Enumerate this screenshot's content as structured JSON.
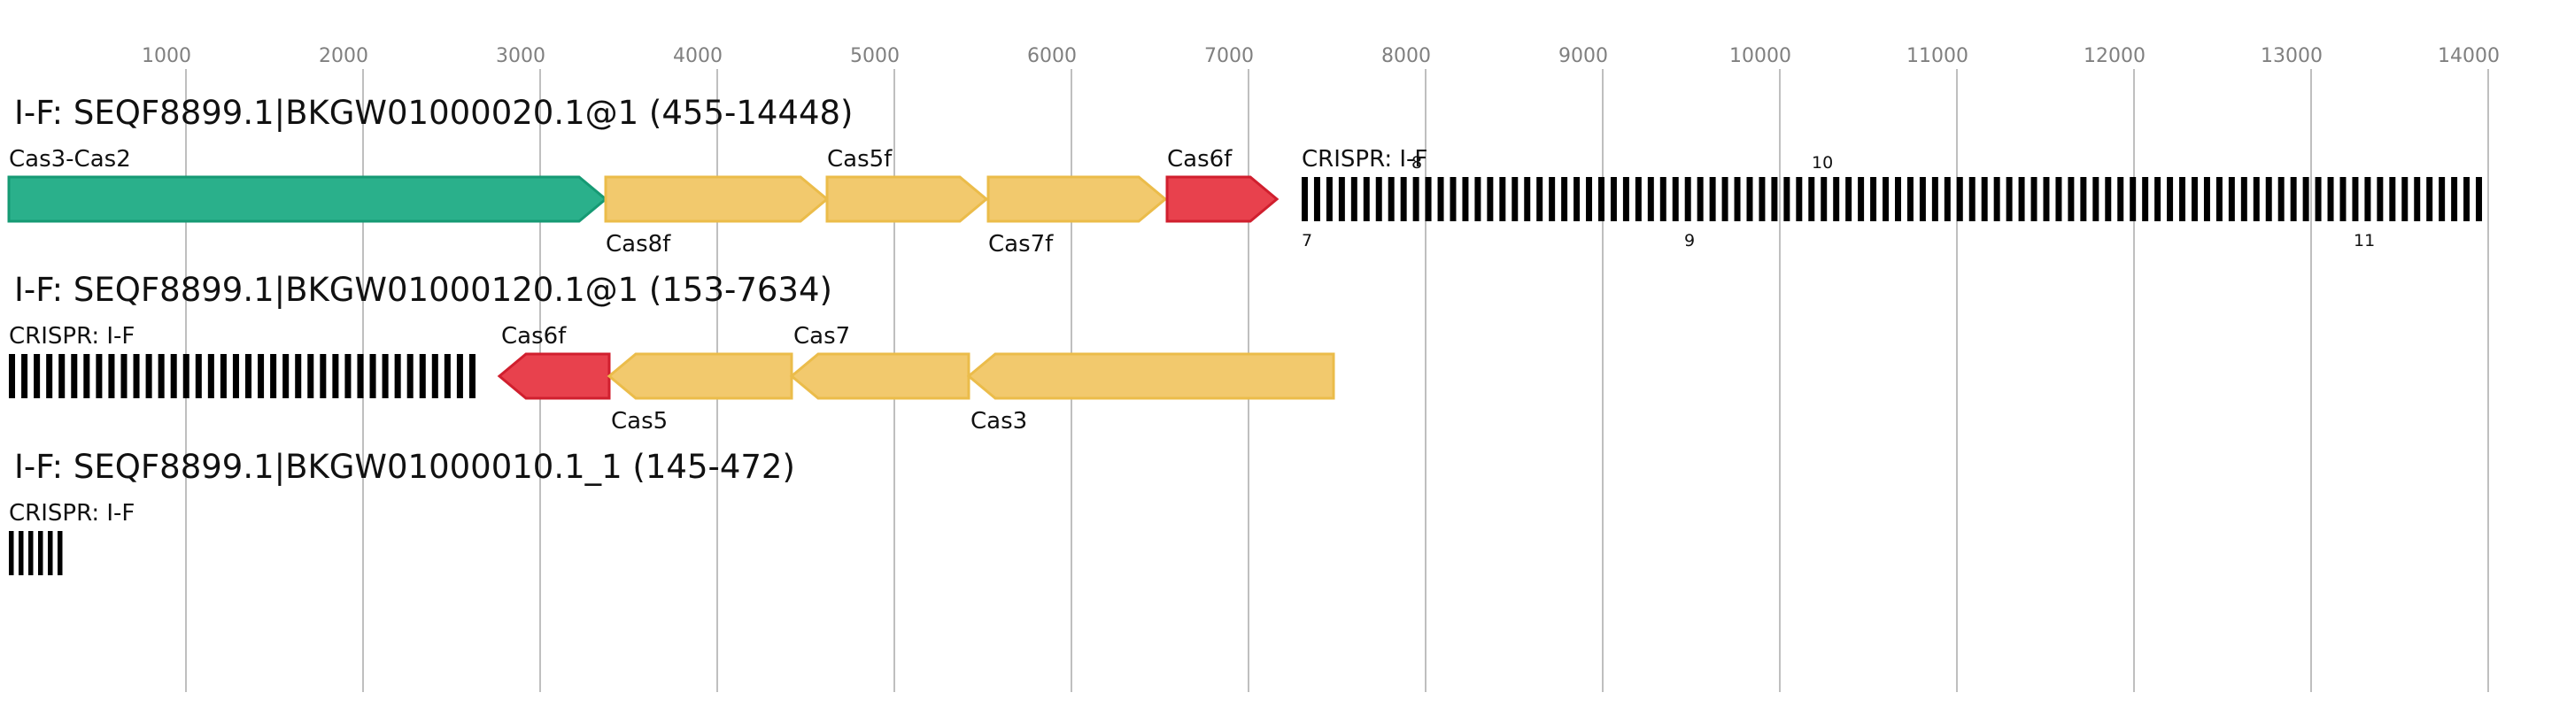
{
  "colors": {
    "teal": "#2ab08b",
    "teal_stroke": "#169a74",
    "yellow": "#f2c96d",
    "yellow_stroke": "#ebbc4a",
    "red": "#e8414d",
    "red_stroke": "#d01f2e"
  },
  "axis": {
    "ticks": [
      {
        "value": 1000,
        "label": "1000"
      },
      {
        "value": 2000,
        "label": "2000"
      },
      {
        "value": 3000,
        "label": "3000"
      },
      {
        "value": 4000,
        "label": "4000"
      },
      {
        "value": 5000,
        "label": "5000"
      },
      {
        "value": 6000,
        "label": "6000"
      },
      {
        "value": 7000,
        "label": "7000"
      },
      {
        "value": 8000,
        "label": "8000"
      },
      {
        "value": 9000,
        "label": "9000"
      },
      {
        "value": 10000,
        "label": "10000"
      },
      {
        "value": 11000,
        "label": "11000"
      },
      {
        "value": 12000,
        "label": "12000"
      },
      {
        "value": 13000,
        "label": "13000"
      },
      {
        "value": 14000,
        "label": "14000"
      }
    ]
  },
  "contigs": [
    {
      "title": "I-F: SEQF8899.1|BKGW01000020.1@1 (455-14448)",
      "genes": [
        {
          "name": "Cas3-Cas2",
          "start": 0,
          "end": 3370,
          "strand": 1,
          "color": "teal",
          "label_pos": "above"
        },
        {
          "name": "Cas8f",
          "start": 3370,
          "end": 4620,
          "strand": 1,
          "color": "yellow",
          "label_pos": "below"
        },
        {
          "name": "Cas5f",
          "start": 4620,
          "end": 5520,
          "strand": 1,
          "color": "yellow",
          "label_pos": "above"
        },
        {
          "name": "Cas7f",
          "start": 5530,
          "end": 6530,
          "strand": 1,
          "color": "yellow",
          "label_pos": "below"
        },
        {
          "name": "Cas6f",
          "start": 6540,
          "end": 7160,
          "strand": 1,
          "color": "red",
          "label_pos": "above"
        }
      ],
      "crisprs": [
        {
          "label": "CRISPR: I-F",
          "start": 7300,
          "end": 14000,
          "spacers": 96
        }
      ],
      "repeat_labels": [
        {
          "text": "7",
          "pos": 7300,
          "row": "below"
        },
        {
          "text": "8",
          "pos": 7920,
          "row": "above"
        },
        {
          "text": "9",
          "pos": 9460,
          "row": "below"
        },
        {
          "text": "10",
          "pos": 10180,
          "row": "above"
        },
        {
          "text": "11",
          "pos": 13240,
          "row": "below"
        }
      ]
    },
    {
      "title": "I-F: SEQF8899.1|BKGW01000120.1@1 (153-7634)",
      "genes": [
        {
          "name": "Cas6f",
          "start": 2770,
          "end": 3390,
          "strand": -1,
          "color": "red",
          "label_pos": "above"
        },
        {
          "name": "Cas5",
          "start": 3390,
          "end": 4420,
          "strand": -1,
          "color": "yellow",
          "label_pos": "below"
        },
        {
          "name": "Cas7",
          "start": 4420,
          "end": 5420,
          "strand": -1,
          "color": "yellow",
          "label_pos": "above"
        },
        {
          "name": "Cas3",
          "start": 5420,
          "end": 7480,
          "strand": -1,
          "color": "yellow",
          "label_pos": "below"
        }
      ],
      "crisprs": [
        {
          "label": "CRISPR: I-F",
          "start": 0,
          "end": 2670,
          "spacers": 38
        }
      ],
      "repeat_labels": []
    },
    {
      "title": "I-F: SEQF8899.1|BKGW01000010.1_1 (145-472)",
      "genes": [],
      "crisprs": [
        {
          "label": "CRISPR: I-F",
          "start": 0,
          "end": 330,
          "spacers": 6
        }
      ],
      "repeat_labels": []
    }
  ]
}
